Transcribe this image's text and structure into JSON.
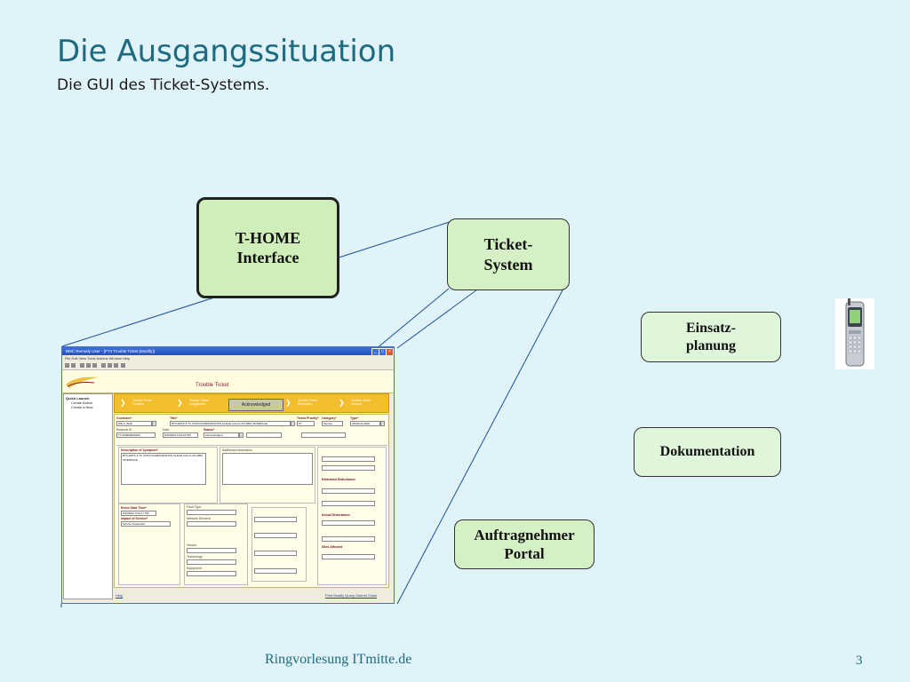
{
  "slide": {
    "title": "Die Ausgangssituation",
    "subtitle": "Die GUI des Ticket-Systems.",
    "footer": "Ringvorlesung ITmitte.de",
    "page_number": "3"
  },
  "diagram": {
    "thome_line1": "T-HOME",
    "thome_line2": "Interface",
    "ticket_line1": "Ticket-",
    "ticket_line2": "System",
    "einsatz_line1": "Einsatz-",
    "einsatz_line2": "planung",
    "doku": "Dokumentation",
    "portal_line1": "Auftragnehmer",
    "portal_line2": "Portal",
    "phone_icon": "mobile-phone-icon"
  },
  "app": {
    "window_title": "BMC Remedy User - [FT4 Trouble Ticket (Modify)]",
    "menu": "File  Edit  View  Tools  Actions  Window  Help",
    "form_title": "Trouble Ticket",
    "sidebar_title": "Quick Launch",
    "sidebar_items": [
      "Create Action",
      "Create a New"
    ],
    "stages": [
      {
        "label": "Trouble Ticket Creation"
      },
      {
        "label": "Trouble Ticket Assignment"
      },
      {
        "label": "Trouble Ticket Resolution"
      },
      {
        "label": "Trouble Ticket Closure"
      }
    ],
    "status_current": "Acknowledged",
    "customer_label": "Customer*",
    "customer_value": "DSLA_BHR",
    "title_label": "Title*",
    "title_value": "BTS ERTS & TC UNSYNCHRONIZATION CLEAR CALLS ON ABIS INTERFACE",
    "priority_label": "Ticket Priority*",
    "priority_value": "P1",
    "category_label": "Category*",
    "category_value": "Service",
    "type_label": "Type*",
    "type_value": "INFRA ALARM",
    "request_label": "Request ID",
    "request_value": "TT-000000000106",
    "date_label": "Date",
    "date_value": "8/10/2010 5:29:16 PM",
    "status_label": "Status*",
    "status_value": "Acknowledged",
    "description_label": "Description of Symptom*",
    "description_value": "BTS ERTS & TC UNSYNCHRONIZATION CLEAR CALLS ON ABIS INTERFACE",
    "additional_label": "Additional Information",
    "estimated_label": "Estimated Disturbance",
    "actual_label": "Actual Disturbance",
    "sites_label": "Sites Affected",
    "event_label": "Event Start Time*",
    "event_value": "8/10/2010 5:22:17 PM",
    "impact_label": "Impact of Service*",
    "impact_value": "Service Suspected",
    "fault_label": "Fault Type",
    "network_label": "Network Element",
    "vendor_label": "Vendor",
    "technology_label": "Technology",
    "equipment_label": "Equipment",
    "bottom_help": "Help",
    "bottom_actions": "Print  Modify  Query  Submit  Close"
  },
  "colors": {
    "background": "#dff3f8",
    "title": "#1e6a80",
    "box_fill": "#d6f0c6",
    "status_bar": "#f2be2e"
  }
}
